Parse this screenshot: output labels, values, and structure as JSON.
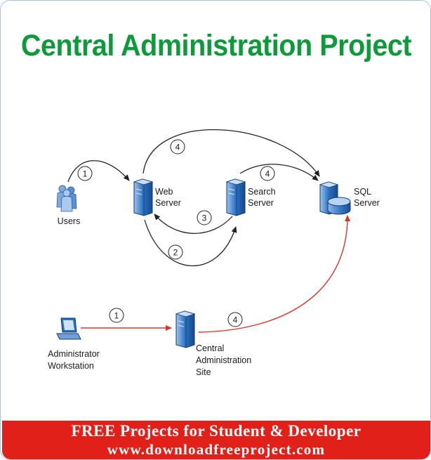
{
  "title": "Central Administration Project",
  "nodes": {
    "users": {
      "label": "Users"
    },
    "web_server": {
      "line1": "Web",
      "line2": "Server"
    },
    "search_server": {
      "line1": "Search",
      "line2": "Server"
    },
    "sql_server": {
      "line1": "SQL",
      "line2": "Server"
    },
    "admin_workstation": {
      "line1": "Administrator",
      "line2": "Workstation"
    },
    "central_admin_site": {
      "line1": "Central",
      "line2": "Administration",
      "line3": "Site"
    }
  },
  "steps": {
    "users_to_web": "1",
    "web_to_sql": "4",
    "search_to_sql": "4",
    "search_to_web": "3",
    "web_to_search": "2",
    "admin_to_central": "1",
    "central_to_sql": "4"
  },
  "banner": {
    "line1": "FREE Projects for Student  & Developer",
    "line2": "www.downloadfreeproject.com"
  },
  "colors": {
    "title": "#0d9a3a",
    "banner": "#e12119",
    "arrow_black": "#222222",
    "arrow_red": "#d9342b",
    "server": "#2a6fc0"
  }
}
